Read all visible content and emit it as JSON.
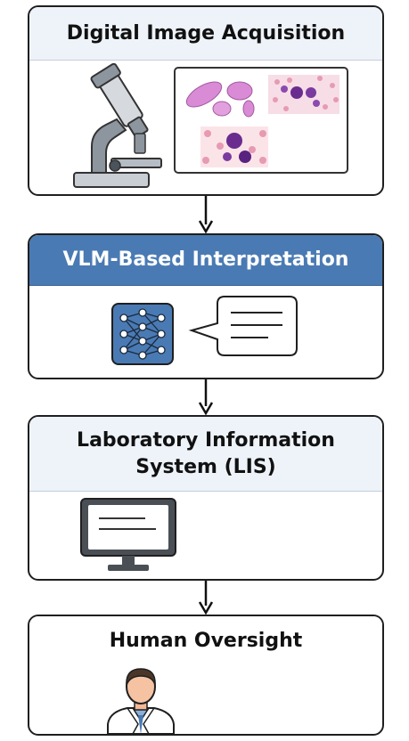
{
  "stages": [
    {
      "title": "Digital Image Acquisition",
      "icons": [
        "microscope-icon",
        "blood-smear-image"
      ]
    },
    {
      "title": "VLM-Based Interpretation",
      "icons": [
        "neural-network-icon",
        "speech-bubble-icon"
      ]
    },
    {
      "title": "Laboratory Information System (LIS)",
      "icons": [
        "computer-monitor-icon"
      ]
    },
    {
      "title": "Human Oversight",
      "icons": [
        "doctor-icon"
      ]
    }
  ],
  "colors": {
    "accent": "#4a7ab3",
    "header_light": "#eef3f9",
    "border": "#1f1f1f",
    "cell_purple": "#6a2c8f",
    "cell_pink": "#e79ab4"
  }
}
